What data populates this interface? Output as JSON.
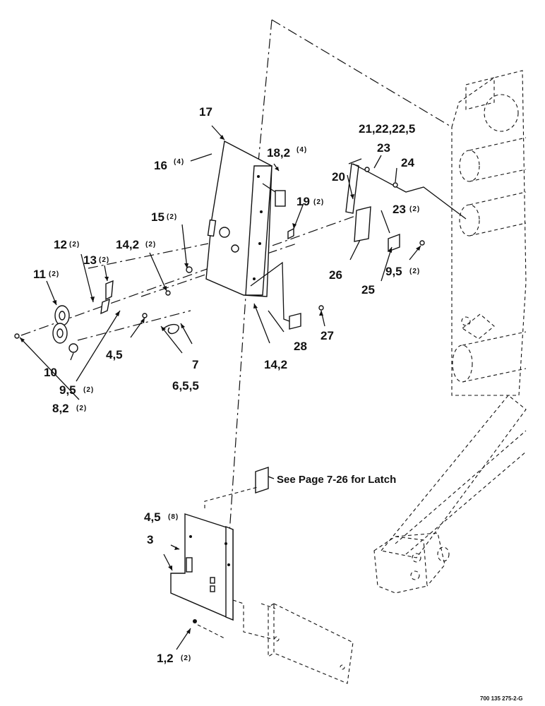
{
  "labels": {
    "l1": "1,2",
    "l1q": "(2)",
    "l3": "3",
    "l4a": "4,5",
    "l4aq": "(8)",
    "l4b": "4,5",
    "l6": "6,5,5",
    "l7": "7",
    "l8": "8,2",
    "l8q": "(2)",
    "l9a": "9,5",
    "l9aq": "(2)",
    "l9b": "9,5",
    "l9bq": "(2)",
    "l10": "10",
    "l11": "11",
    "l11q": "(2)",
    "l12": "12",
    "l12q": "(2)",
    "l13": "13",
    "l13q": "(2)",
    "l14a": "14,2",
    "l14aq": "(2)",
    "l14b": "14,2",
    "l15": "15",
    "l15q": "(2)",
    "l16": "16",
    "l16q": "(4)",
    "l17": "17",
    "l18": "18,2",
    "l18q": "(4)",
    "l19": "19",
    "l19q": "(2)",
    "l20": "20",
    "l21": "21,22,22,5",
    "l23a": "23",
    "l23b": "23",
    "l23bq": "(2)",
    "l24": "24",
    "l25": "25",
    "l26": "26",
    "l27": "27",
    "l28": "28"
  },
  "note": "See Page 7-26 for Latch",
  "drawing_number": "700 135 275-2-G"
}
